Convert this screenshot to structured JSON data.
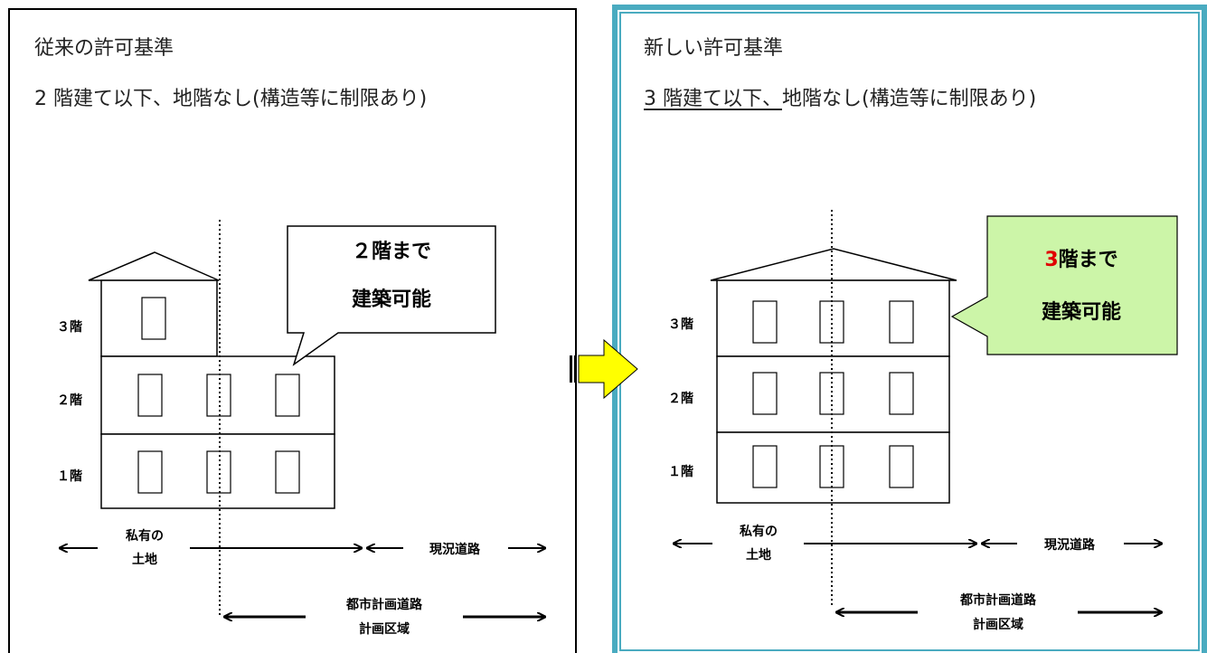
{
  "old_standard": {
    "title": "従来の許可基準",
    "subtitle": "2 階建て以下、地階なし(構造等に制限あり)",
    "callout_line1": "２階まで",
    "callout_line2": "建築可能",
    "floor3": "３階",
    "floor2": "２階",
    "floor1": "１階",
    "private_land_1": "私有の",
    "private_land_2": "土地",
    "current_road": "現況道路",
    "planned_road_1": "都市計画道路",
    "planned_road_2": "計画区域"
  },
  "new_standard": {
    "title": "新しい許可基準",
    "subtitle_underlined": "3 階建て以下、",
    "subtitle_rest": "地階なし(構造等に制限あり)",
    "callout_num": "3",
    "callout_line1_rest": "階まで",
    "callout_line2": "建築可能",
    "floor3": "３階",
    "floor2": "２階",
    "floor1": "１階",
    "private_land_1": "私有の",
    "private_land_2": "土地",
    "current_road": "現況道路",
    "planned_road_1": "都市計画道路",
    "planned_road_2": "計画区域"
  },
  "colors": {
    "frame_accent": "#4aabc0",
    "callout_green": "#ccf5a8",
    "arrow_yellow": "#ffff00",
    "highlight_red": "#e00000"
  }
}
